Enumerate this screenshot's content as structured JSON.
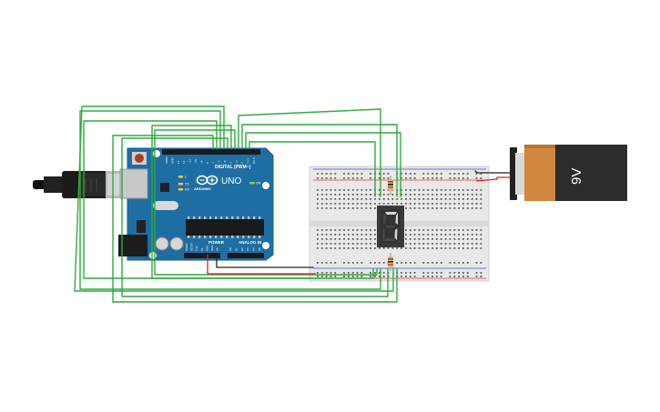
{
  "arduino": {
    "brand_logo": "ARDUINO",
    "model": "UNO",
    "digital_header": "DIGITAL (PWM~)",
    "power_header": "POWER",
    "analog_header": "ANALOG IN",
    "on_label": "ON",
    "tx_label": "TX",
    "rx_label": "RX",
    "l_label": "L",
    "digital_pins": [
      "AREF",
      "GND",
      "13",
      "12",
      "~11",
      "~10",
      "~9",
      "8",
      "7",
      "~6",
      "~5",
      "4",
      "~3",
      "2",
      "TX 1",
      "RX 0"
    ],
    "analog_pins": [
      "A0",
      "A1",
      "A2",
      "A3",
      "A4",
      "A5"
    ],
    "power_pins": [
      "IOREF",
      "RESET",
      "3.3V",
      "5V",
      "GND",
      "GND",
      "Vin"
    ],
    "board_color": "#1f6ea3"
  },
  "battery": {
    "label": "9V",
    "body_color": "#2d2d2d",
    "label_color": "#d0883f"
  },
  "display": {
    "digit": "7",
    "segment_color": "#d8d8d8"
  },
  "wires": {
    "signal_color": "#2faa3f",
    "power_color": "#e02020",
    "ground_color": "#222222"
  }
}
